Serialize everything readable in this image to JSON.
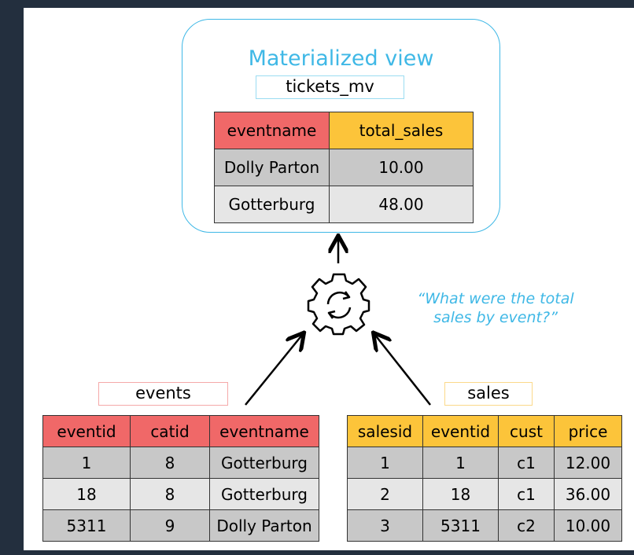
{
  "materialized_view": {
    "title": "Materialized view",
    "name": "tickets_mv",
    "headers": [
      "eventname",
      "total_sales"
    ],
    "rows": [
      [
        "Dolly Parton",
        "10.00"
      ],
      [
        "Gotterburg",
        "48.00"
      ]
    ]
  },
  "question": {
    "line1": "“What were the total",
    "line2": "sales by event?”"
  },
  "events": {
    "name": "events",
    "headers": [
      "eventid",
      "catid",
      "eventname"
    ],
    "rows": [
      [
        "1",
        "8",
        "Gotterburg"
      ],
      [
        "18",
        "8",
        "Gotterburg"
      ],
      [
        "5311",
        "9",
        "Dolly Parton"
      ]
    ]
  },
  "sales": {
    "name": "sales",
    "headers": [
      "salesid",
      "eventid",
      "cust",
      "price"
    ],
    "rows": [
      [
        "1",
        "1",
        "c1",
        "12.00"
      ],
      [
        "2",
        "18",
        "c1",
        "36.00"
      ],
      [
        "3",
        "5311",
        "c2",
        "10.00"
      ]
    ]
  },
  "icons": {
    "refresh": "refresh-gear-icon"
  },
  "colors": {
    "accent": "#3fb8e6",
    "header_red": "#f06868",
    "header_yellow": "#fcc43a"
  }
}
